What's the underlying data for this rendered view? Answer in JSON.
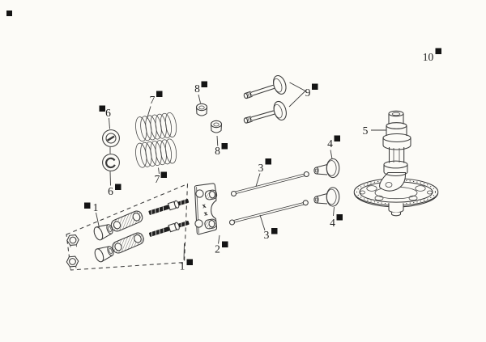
{
  "colors": {
    "background": "#fcfbf7",
    "line": "#3a3a3a",
    "label_text": "#1c1c1c",
    "callout_square": "#141414",
    "stud_fill": "#1f1f1f"
  },
  "callouts": [
    {
      "id": "1-left",
      "label": "1"
    },
    {
      "id": "1-bottom",
      "label": "1"
    },
    {
      "id": "2",
      "label": "2"
    },
    {
      "id": "3-top",
      "label": "3"
    },
    {
      "id": "3-bottom",
      "label": "3"
    },
    {
      "id": "4-top",
      "label": "4"
    },
    {
      "id": "4-bottom",
      "label": "4"
    },
    {
      "id": "5",
      "label": "5"
    },
    {
      "id": "6-top",
      "label": "6"
    },
    {
      "id": "6-bottom",
      "label": "6"
    },
    {
      "id": "7-top",
      "label": "7"
    },
    {
      "id": "7-bottom",
      "label": "7"
    },
    {
      "id": "8-top",
      "label": "8"
    },
    {
      "id": "8-bottom",
      "label": "8"
    },
    {
      "id": "9",
      "label": "9"
    },
    {
      "id": "10",
      "label": "10"
    }
  ],
  "plate_marking": [
    "x",
    "x"
  ]
}
